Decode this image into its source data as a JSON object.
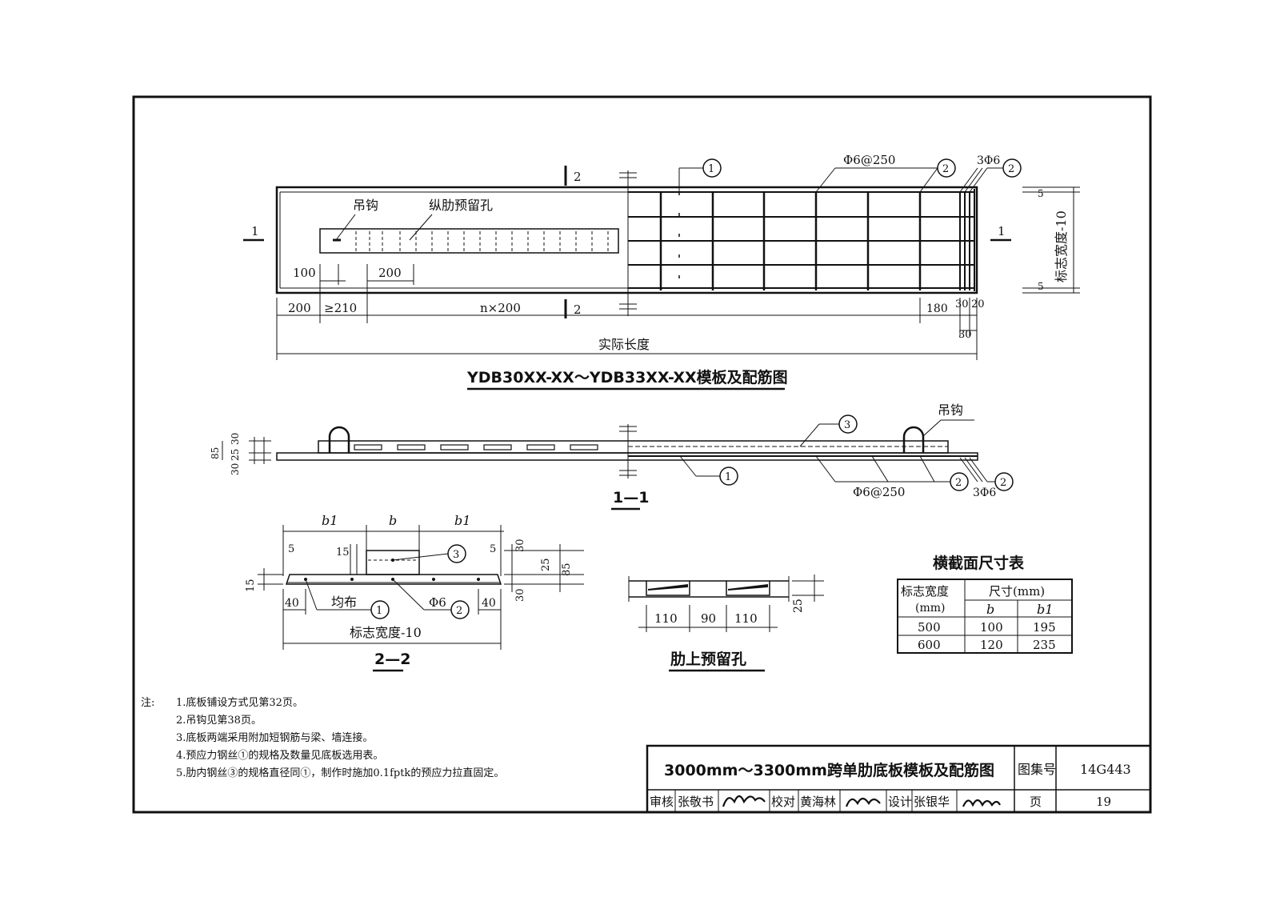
{
  "plan": {
    "title": "YDB30XX-XX～YDB33XX-XX模板及配筋图",
    "label_hook": "吊钩",
    "label_hole": "纵肋预留孔",
    "dim_100": "100",
    "dim_200": "200",
    "dim_200_start": "200",
    "dim_ge210": "≥210",
    "dim_nx200": "n×200",
    "dim_actual_length": "实际长度",
    "dim_180": "180",
    "dim_30a": "30",
    "dim_20": "20",
    "dim_30b": "30",
    "dim_5a": "5",
    "dim_5b": "5",
    "dim_width_minus": "标志宽度-10",
    "rebar_spacing": "Φ6@250",
    "rebar_3phi6": "3Φ6",
    "sec_1": "1",
    "sec_2": "2",
    "mark_1": "1",
    "mark_2": "2",
    "mark_2b": "2"
  },
  "section11": {
    "title": "1—1",
    "label_hook": "吊钩",
    "dim_85": "85",
    "dim_30": "30",
    "dim_25": "25",
    "dim_30b": "30",
    "rebar_spacing": "Φ6@250",
    "rebar_3phi6": "3Φ6",
    "mark_1": "1",
    "mark_2": "2",
    "mark_2b": "2",
    "mark_3": "3"
  },
  "section22": {
    "title": "2—2",
    "b1_left": "b1",
    "b": "b",
    "b1_right": "b1",
    "dim_5l": "5",
    "dim_5r": "5",
    "dim_15a": "15",
    "dim_15b": "15",
    "dim_30": "30",
    "dim_25": "25",
    "dim_85": "85",
    "dim_30b": "30",
    "dim_40l": "40",
    "dim_40r": "40",
    "label_even": "均布",
    "label_phi6": "Φ6",
    "dim_width_minus": "标志宽度-10",
    "mark_1": "1",
    "mark_2": "2",
    "mark_3": "3"
  },
  "rib_holes": {
    "title": "肋上预留孔",
    "dim_110a": "110",
    "dim_90": "90",
    "dim_110b": "110",
    "dim_25": "25"
  },
  "size_table": {
    "title": "横截面尺寸表",
    "col_width": "标志宽度",
    "col_width_unit": "(mm)",
    "col_size": "尺寸(mm)",
    "col_b": "b",
    "col_b1": "b1",
    "rows": [
      {
        "width": "500",
        "b": "100",
        "b1": "195"
      },
      {
        "width": "600",
        "b": "120",
        "b1": "235"
      }
    ]
  },
  "notes": {
    "head": "注:",
    "items": [
      "1.底板铺设方式见第32页。",
      "2.吊钩见第38页。",
      "3.底板两端采用附加短钢筋与梁、墙连接。",
      "4.预应力钢丝①的规格及数量见底板选用表。",
      "5.肋内钢丝③的规格直径同①，制作时施加0.1fptk的预应力拉直固定。"
    ]
  },
  "title_block": {
    "drawing_title": "3000mm～3300mm跨单肋底板模板及配筋图",
    "atlas_label": "图集号",
    "atlas_no": "14G443",
    "review_label": "审核",
    "reviewer": "张敬书",
    "check_label": "校对",
    "checker": "黄海林",
    "design_label": "设计",
    "designer": "张银华",
    "page_label": "页",
    "page_no": "19"
  }
}
